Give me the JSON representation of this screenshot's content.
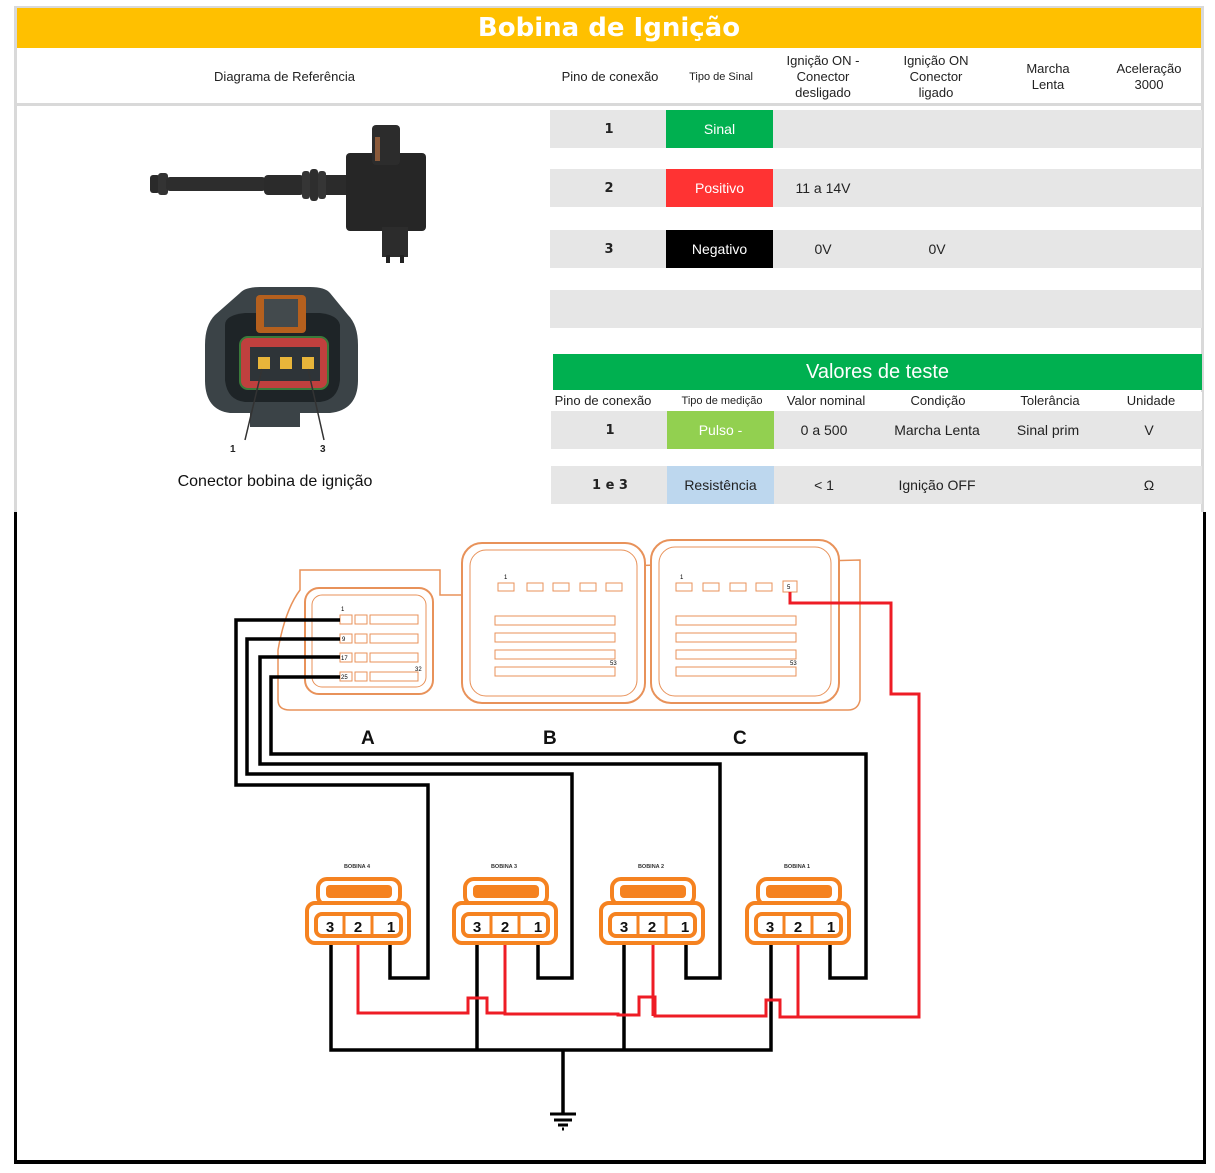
{
  "title": "Bobina de Ignição",
  "header": {
    "reference": "Diagrama de Referência",
    "pin": "Pino de conexão",
    "signal_type": "Tipo de Sinal",
    "ign_on_disconnected": "Ignição ON - Conector desligado",
    "ign_on_connected": "Ignição ON Conector ligado",
    "idle": "Marcha Lenta",
    "accel": "Aceleração 3000"
  },
  "pins": [
    {
      "pin": "1",
      "signal": "Sinal",
      "signal_color": "#00b050",
      "ign_on_disc": "",
      "ign_on_conn": "",
      "idle": "",
      "accel": ""
    },
    {
      "pin": "2",
      "signal": "Positivo",
      "signal_color": "#ff3333",
      "ign_on_disc": "11 a 14V",
      "ign_on_conn": "",
      "idle": "",
      "accel": ""
    },
    {
      "pin": "3",
      "signal": "Negativo",
      "signal_color": "#000000",
      "ign_on_disc": "0V",
      "ign_on_conn": "0V",
      "idle": "",
      "accel": ""
    }
  ],
  "reference_image": {
    "caption": "Conector bobina de ignição",
    "pin_labels": [
      "1",
      "3"
    ]
  },
  "test_values": {
    "title": "Valores de teste",
    "headers": [
      "Pino de conexão",
      "Tipo de medição",
      "Valor nominal",
      "Condição",
      "Tolerância",
      "Unidade"
    ],
    "rows": [
      {
        "pin": "1",
        "type": "Pulso -",
        "type_color": "#92d050",
        "nominal": "0 a 500",
        "condition": "Marcha Lenta",
        "tolerance": "Sinal prim",
        "unit": "V"
      },
      {
        "pin": "1 e 3",
        "type": "Resistência",
        "type_color": "#bdd7ee",
        "nominal": "< 1",
        "condition": "Ignição OFF",
        "tolerance": "",
        "unit": "Ω"
      }
    ]
  },
  "wiring": {
    "connectors": [
      "A",
      "B",
      "C"
    ],
    "connector_a_pins": [
      "1",
      "9",
      "17",
      "25",
      "32"
    ],
    "connector_b_pins": [
      "1",
      "53"
    ],
    "connector_c_pins": [
      "1",
      "5",
      "53"
    ],
    "coils": [
      {
        "label": "BOBINA 4",
        "pins": [
          "3",
          "2",
          "1"
        ],
        "ecu_pin": "A1"
      },
      {
        "label": "BOBINA 3",
        "pins": [
          "3",
          "2",
          "1"
        ],
        "ecu_pin": "A9"
      },
      {
        "label": "BOBINA 2",
        "pins": [
          "3",
          "2",
          "1"
        ],
        "ecu_pin": "A17"
      },
      {
        "label": "BOBINA 1",
        "pins": [
          "3",
          "2",
          "1"
        ],
        "ecu_pin": "A25"
      }
    ],
    "supply_pin": "C5",
    "wire_colors": {
      "signal": "#000000",
      "supply": "#ee1c25",
      "connector": "#e8925a",
      "coil": "#f58220"
    }
  }
}
